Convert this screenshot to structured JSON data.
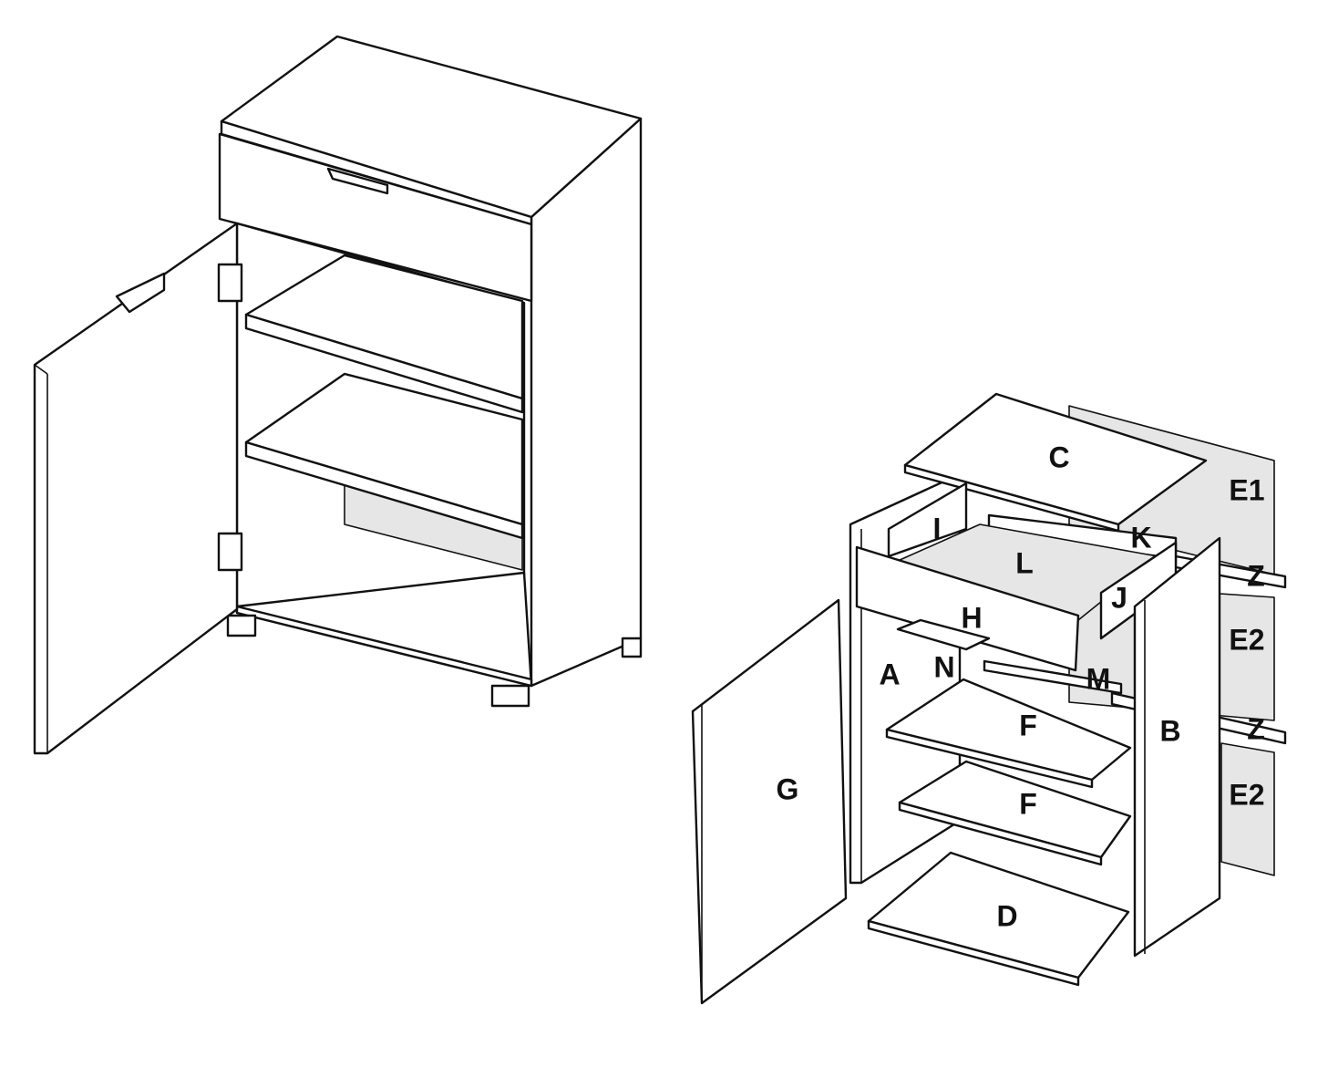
{
  "title": "Cabinet assembly diagram",
  "labels": {
    "C": "C",
    "E1": "E1",
    "I": "I",
    "K": "K",
    "L": "L",
    "Z_top": "Z",
    "J": "J",
    "H": "H",
    "E2_top": "E2",
    "A": "A",
    "N": "N",
    "M": "M",
    "F_top": "F",
    "B": "B",
    "Z_bottom": "Z",
    "G": "G",
    "F_bottom": "F",
    "E2_bottom": "E2",
    "D": "D"
  },
  "colors": {
    "line": "#111111",
    "back_panel": "#e6e6e6"
  }
}
